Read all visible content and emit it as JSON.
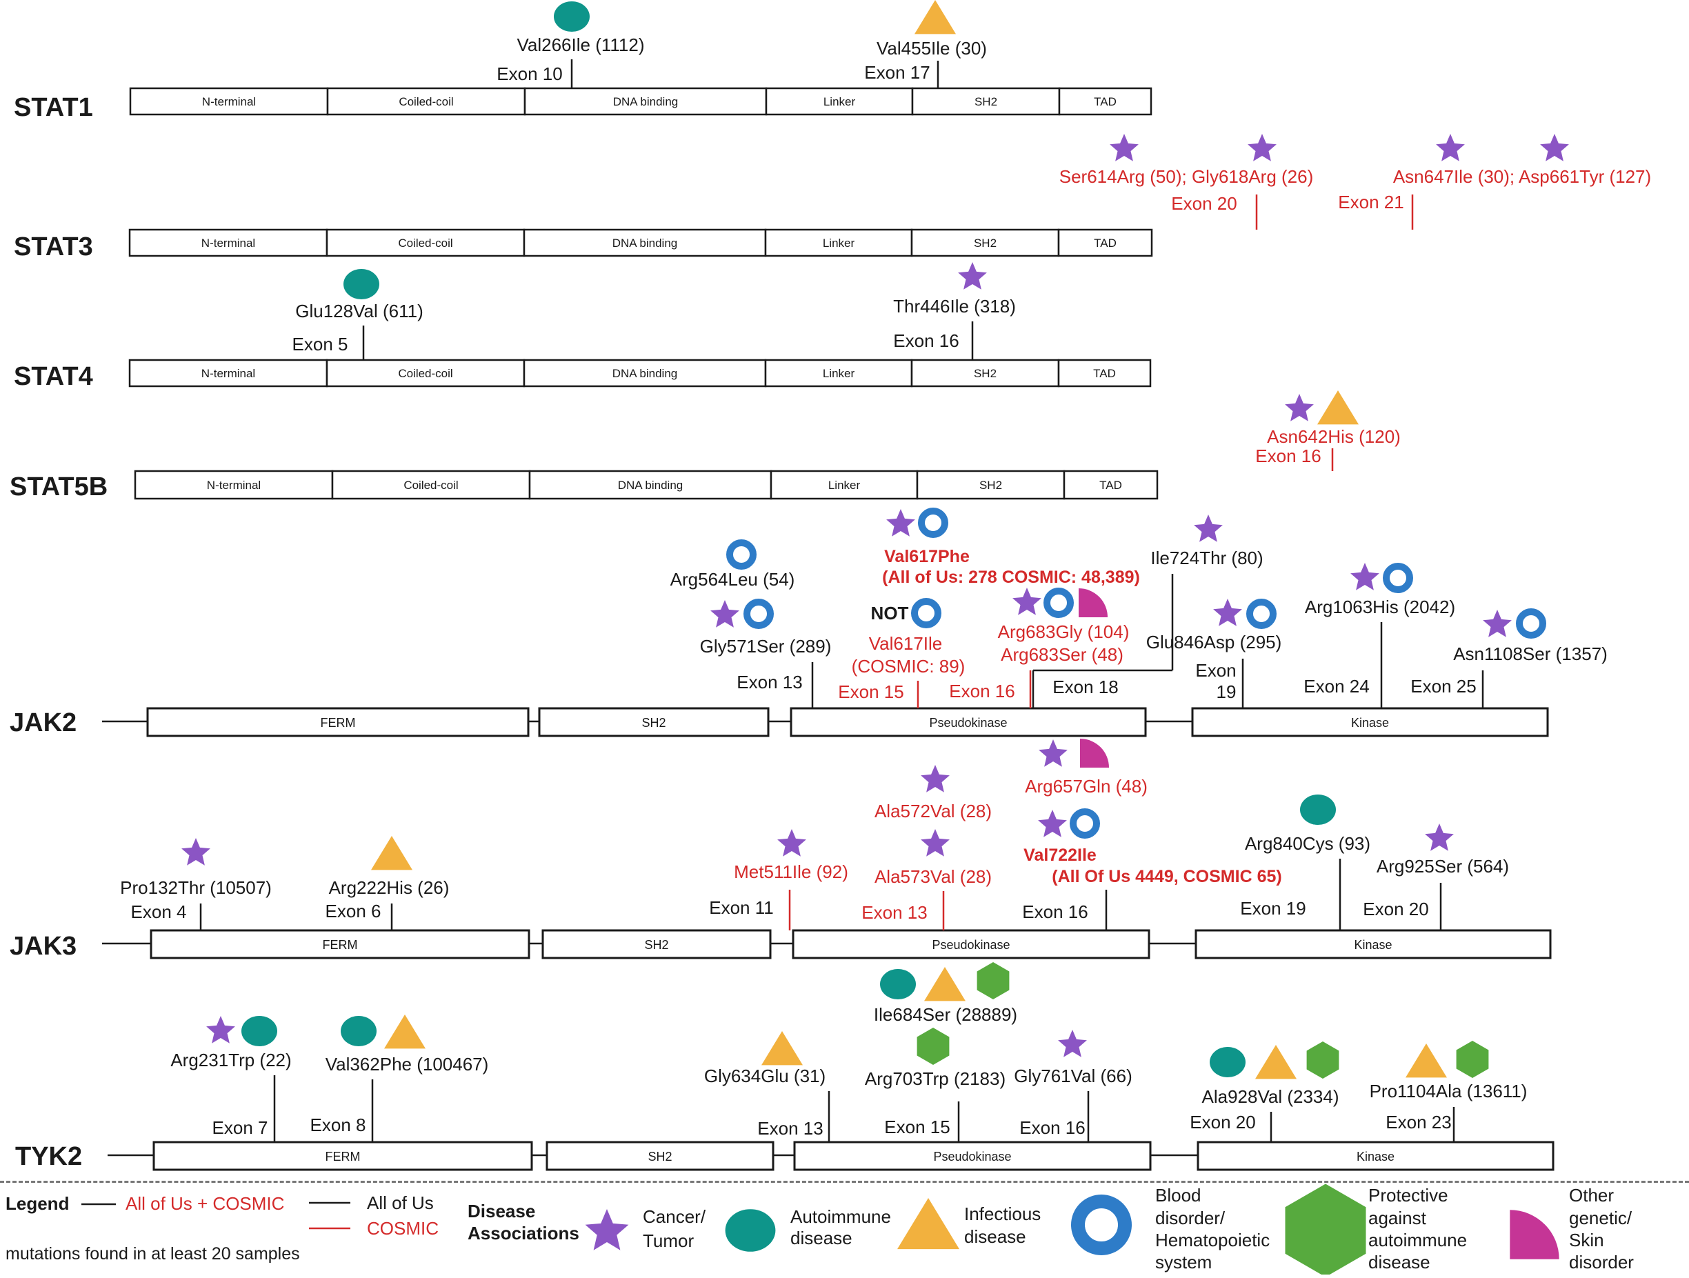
{
  "colors": {
    "cancer": "#8B55C4",
    "autoimmune": "#0E958A",
    "infectious": "#F2B13E",
    "blood": "#2E7CC8",
    "protective": "#57AA3E",
    "other": "#C53596",
    "red": "#D42A2A",
    "black": "#1a1a1a"
  },
  "legend": {
    "title": "Legend",
    "line_both": "All of Us + COSMIC",
    "line_allofus": "All of Us",
    "line_cosmic": "COSMIC",
    "note": "mutations found in at least 20 samples",
    "disease_title_1": "Disease",
    "disease_title_2": "Associations",
    "items": [
      {
        "shape": "star",
        "color": "#8B55C4",
        "lines": [
          "Cancer/",
          "Tumor"
        ]
      },
      {
        "shape": "ellipse",
        "color": "#0E958A",
        "lines": [
          "Autoimmune",
          "disease"
        ]
      },
      {
        "shape": "triangle",
        "color": "#F2B13E",
        "lines": [
          "Infectious",
          "disease"
        ]
      },
      {
        "shape": "ring",
        "color": "#2E7CC8",
        "lines": [
          "Blood",
          "disorder/",
          "Hematopoietic",
          "system"
        ]
      },
      {
        "shape": "hexagon",
        "color": "#57AA3E",
        "lines": [
          "Protective",
          "against",
          "autoimmune",
          "disease"
        ]
      },
      {
        "shape": "quarter",
        "color": "#C53596",
        "lines": [
          "Other",
          "genetic/",
          "Skin",
          "disorder"
        ]
      }
    ]
  },
  "proteins": [
    {
      "name": "STAT1",
      "domains": [
        "N-terminal",
        "Coiled-coil",
        "DNA binding",
        "Linker",
        "SH2",
        "TAD"
      ]
    },
    {
      "name": "STAT3",
      "domains": [
        "N-terminal",
        "Coiled-coil",
        "DNA binding",
        "Linker",
        "SH2",
        "TAD"
      ]
    },
    {
      "name": "STAT4",
      "domains": [
        "N-terminal",
        "Coiled-coil",
        "DNA binding",
        "Linker",
        "SH2",
        "TAD"
      ]
    },
    {
      "name": "STAT5B",
      "domains": [
        "N-terminal",
        "Coiled-coil",
        "DNA binding",
        "Linker",
        "SH2",
        "TAD"
      ]
    },
    {
      "name": "JAK2",
      "domains": [
        "FERM",
        "SH2",
        "Pseudokinase",
        "Kinase"
      ]
    },
    {
      "name": "JAK3",
      "domains": [
        "FERM",
        "SH2",
        "Pseudokinase",
        "Kinase"
      ]
    },
    {
      "name": "TYK2",
      "domains": [
        "FERM",
        "SH2",
        "Pseudokinase",
        "Kinase"
      ]
    }
  ],
  "labels": {
    "stat1": [
      "Val266Ile (1112)",
      "Exon 10",
      "Val455Ile (30)",
      "Exon 17"
    ],
    "stat3": [
      "Ser614Arg (50); Gly618Arg (26)",
      "Exon 20",
      "Asn647Ile (30); Asp661Tyr (127)",
      "Exon 21"
    ],
    "stat4": [
      "Glu128Val (611)",
      "Exon 5",
      "Thr446Ile (318)",
      "Exon 16"
    ],
    "stat5b": [
      "Asn642His (120)",
      "Exon 16"
    ],
    "jak2": [
      "Val617Phe",
      "(All of Us: 278 COSMIC: 48,389)",
      "NOT",
      "Val617Ile",
      "(COSMIC: 89)",
      "Exon 15",
      "Arg564Leu (54)",
      "Gly571Ser (289)",
      "Exon 13",
      "Arg683Gly (104)",
      "Arg683Ser (48)",
      "Exon  16",
      "Ile724Thr (80)",
      "Exon 18",
      "Glu846Asp (295)",
      "Exon",
      "19",
      "Arg1063His (2042)",
      "Exon 24",
      "Asn1108Ser (1357)",
      "Exon 25"
    ],
    "jak3": [
      "Pro132Thr (10507)",
      "Exon 4",
      "Arg222His (26)",
      "Exon 6",
      "Met511Ile (92)",
      "Exon 11",
      "Ala572Val (28)",
      "Ala573Val (28)",
      "Exon 13",
      "Arg657Gln (48)",
      "Val722Ile",
      "(All Of Us 4449, COSMIC 65)",
      "Exon 16",
      "Arg840Cys (93)",
      "Exon 19",
      "Arg925Ser (564)",
      "Exon 20"
    ],
    "tyk2": [
      "Arg231Trp (22)",
      "Exon 7",
      "Val362Phe (100467)",
      "Exon 8",
      "Ile684Ser (28889)",
      "Gly634Glu (31)",
      "Exon 13",
      "Arg703Trp (2183)",
      "Exon 15",
      "Gly761Val (66)",
      "Exon 16",
      "Ala928Val (2334)",
      "Exon 20",
      "Pro1104Ala (13611)",
      "Exon 23"
    ]
  }
}
